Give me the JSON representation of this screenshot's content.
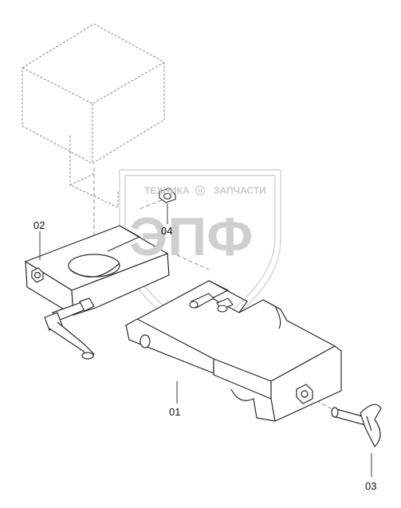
{
  "diagram": {
    "callouts": {
      "p01": "01",
      "p02": "02",
      "p03": "03",
      "p04": "04"
    }
  },
  "watermark": {
    "line1_left": "ТЕХНИКА",
    "line1_right": "ЗАПЧАСТИ",
    "logo": "ЭПФ"
  },
  "colors": {
    "line": "#2a2a2a",
    "phantom": "#8a8a8a",
    "watermark": "#c8c8c8"
  }
}
